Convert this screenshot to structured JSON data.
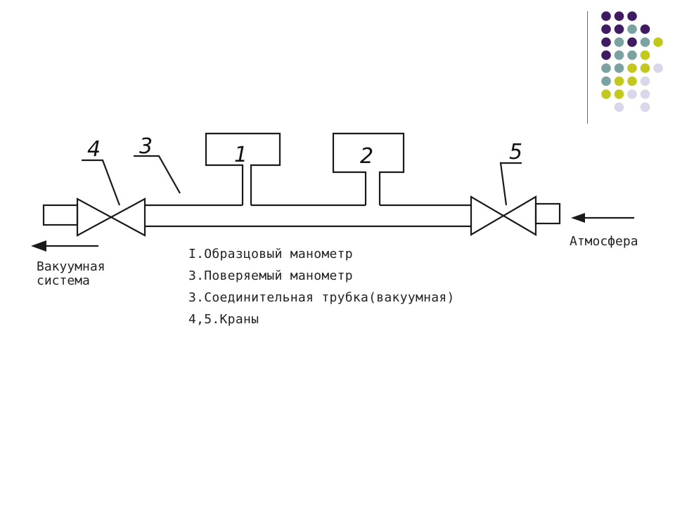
{
  "colors": {
    "purple": "#3f1b63",
    "teal": "#7aa2a0",
    "yellow": "#c3c81e",
    "lavender": "#d9d8ea",
    "line": "#1a1a1a",
    "rule": "#6b6b6b"
  },
  "decor_dot_grid": [
    [
      "purple",
      "purple",
      "purple",
      "",
      ""
    ],
    [
      "purple",
      "purple",
      "teal",
      "purple",
      ""
    ],
    [
      "purple",
      "teal",
      "purple",
      "teal",
      "yellow"
    ],
    [
      "purple",
      "teal",
      "teal",
      "yellow",
      ""
    ],
    [
      "teal",
      "teal",
      "yellow",
      "yellow",
      "lavender"
    ],
    [
      "teal",
      "yellow",
      "yellow",
      "lavender",
      ""
    ],
    [
      "yellow",
      "yellow",
      "lavender",
      "lavender",
      ""
    ],
    [
      "",
      "lavender",
      "",
      "lavender",
      ""
    ]
  ],
  "diagram": {
    "labels": {
      "gauge_1": "1",
      "gauge_2": "2",
      "valve_4": "4",
      "tube_3": "3",
      "valve_5": "5"
    },
    "left_flow_label": [
      "Вакуумная",
      "система"
    ],
    "right_flow_label": "Атмосфера",
    "legend": [
      "I.Образцовый манометр",
      "3.Поверяемый манометр",
      "3.Соединительная трубка(вакуумная)",
      "4,5.Краны"
    ]
  }
}
